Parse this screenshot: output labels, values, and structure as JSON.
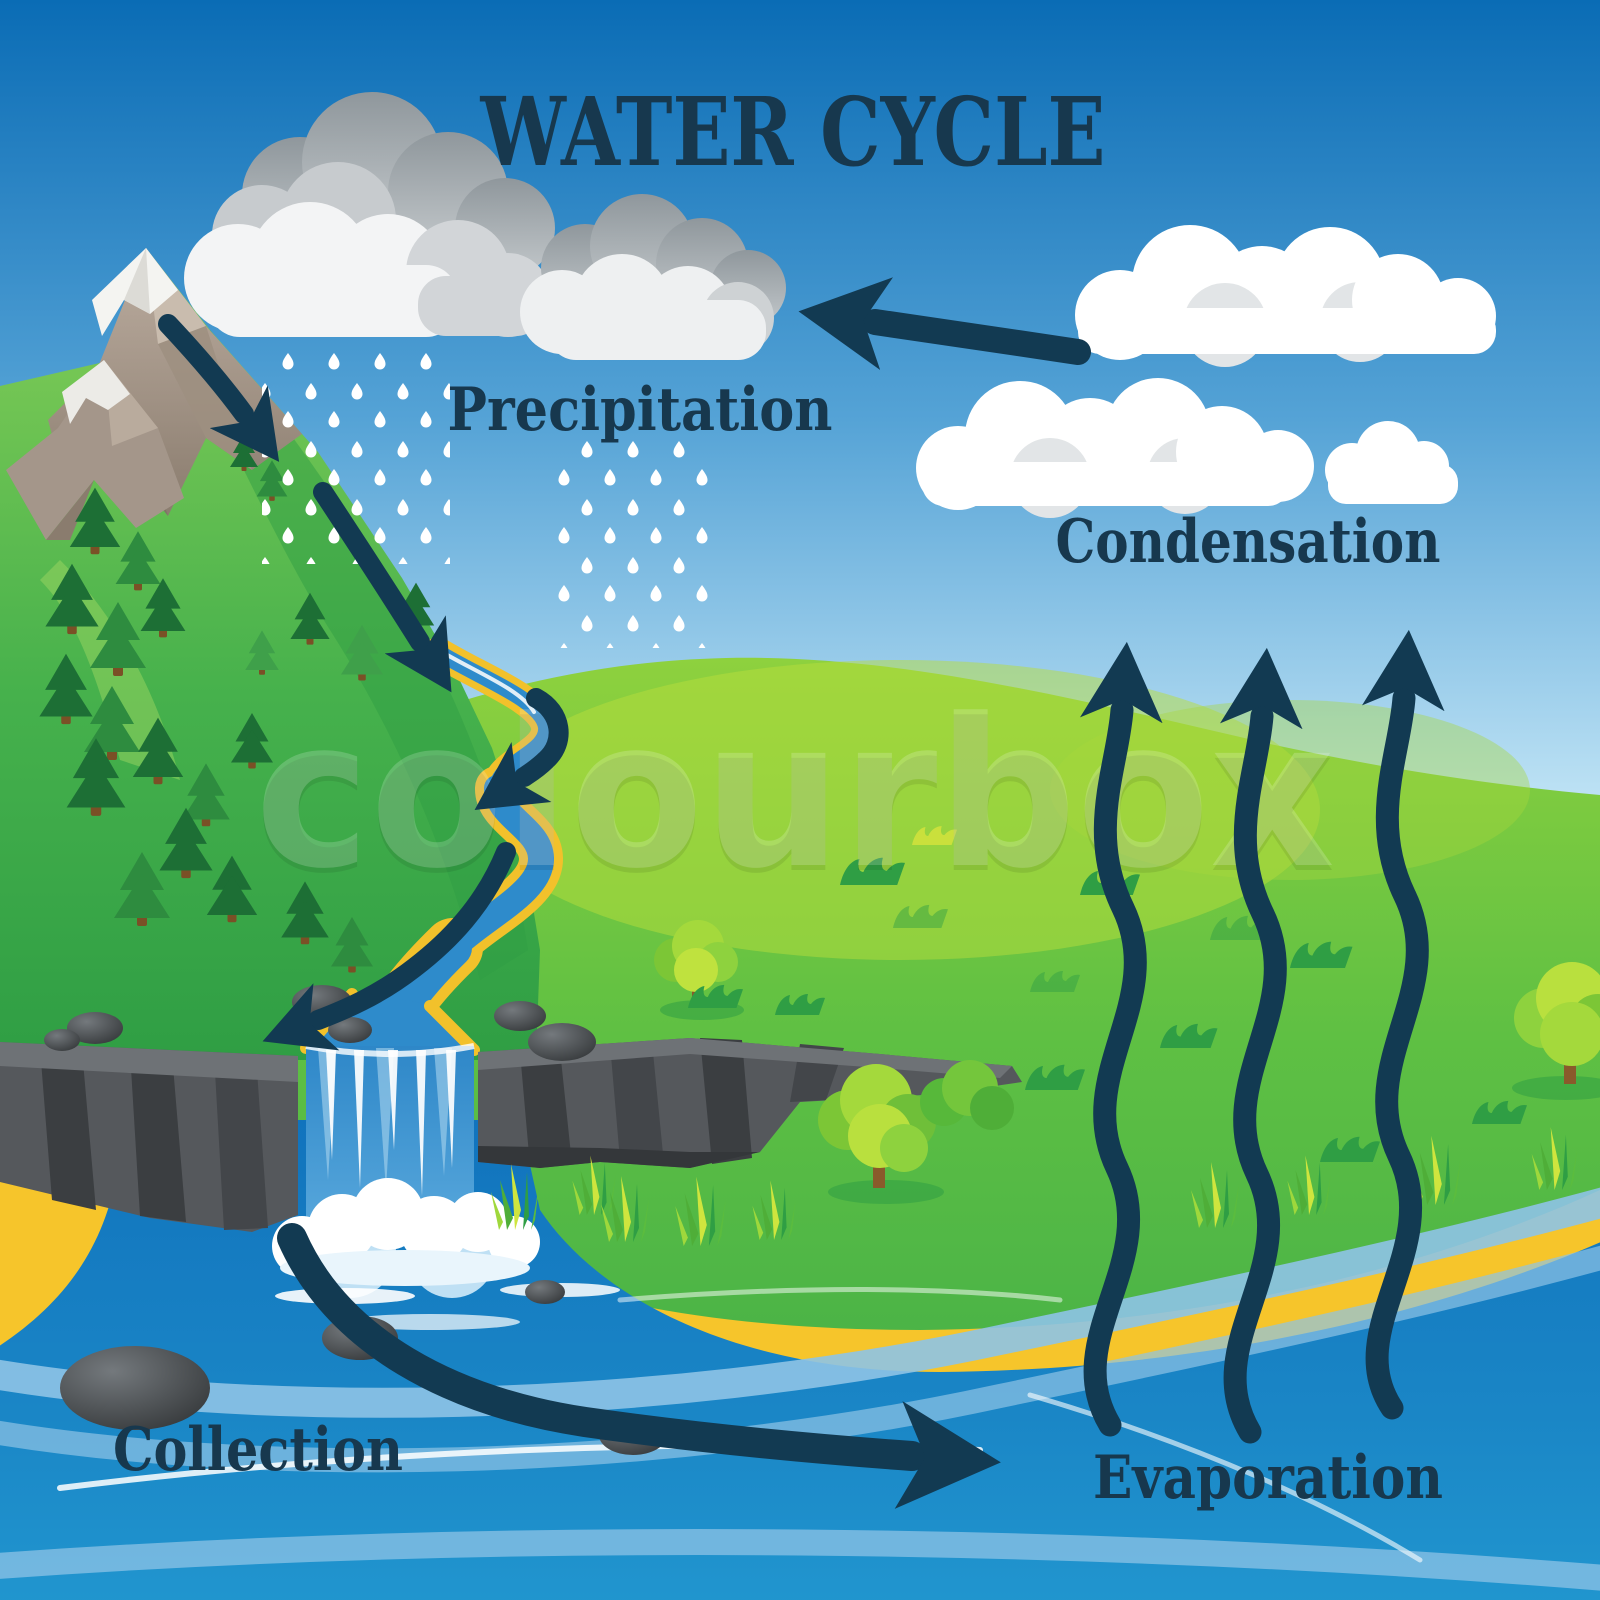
{
  "diagram": {
    "title": "WATER CYCLE",
    "watermark": "colourbox",
    "stages": {
      "precipitation": {
        "label": "Precipitation"
      },
      "condensation": {
        "label": "Condensation"
      },
      "evaporation": {
        "label": "Evaporation"
      },
      "collection": {
        "label": "Collection"
      }
    },
    "colors": {
      "label_text": "#17384e",
      "arrow": "#123a52",
      "sky_top": "#0a6cb5",
      "sky_horizon": "#c9e9f8",
      "hill_green": "#5fc043",
      "hill_light": "#b7de3b",
      "mountain_rock": "#a4968a",
      "snow": "#f4f4f1",
      "river_blue": "#2e8bcb",
      "water_blue": "#1173bd",
      "sand": "#f6c52b",
      "cliff_gray": "#55585c",
      "rain_cloud_gray": "#9ba1a6",
      "cloud_white": "#ffffff",
      "pine_green": "#1d6f35"
    }
  }
}
